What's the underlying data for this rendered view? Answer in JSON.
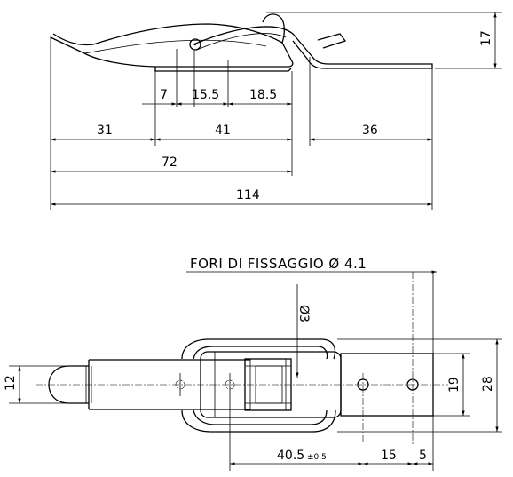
{
  "side_view": {
    "dimensions": {
      "height_17": "17",
      "d7": "7",
      "d15_5": "15.5",
      "d18_5": "18.5",
      "d31": "31",
      "d41": "41",
      "d36": "36",
      "d72": "72",
      "d114": "114"
    }
  },
  "top_view": {
    "fixing_holes_label": "FORI DI FISSAGGIO Ø 4.1",
    "pin_diameter": "Ø3",
    "dimensions": {
      "d12": "12",
      "d19": "19",
      "d28": "28",
      "d40_5": "40.5",
      "tolerance": "±0.5",
      "d15": "15",
      "d5": "5"
    }
  }
}
